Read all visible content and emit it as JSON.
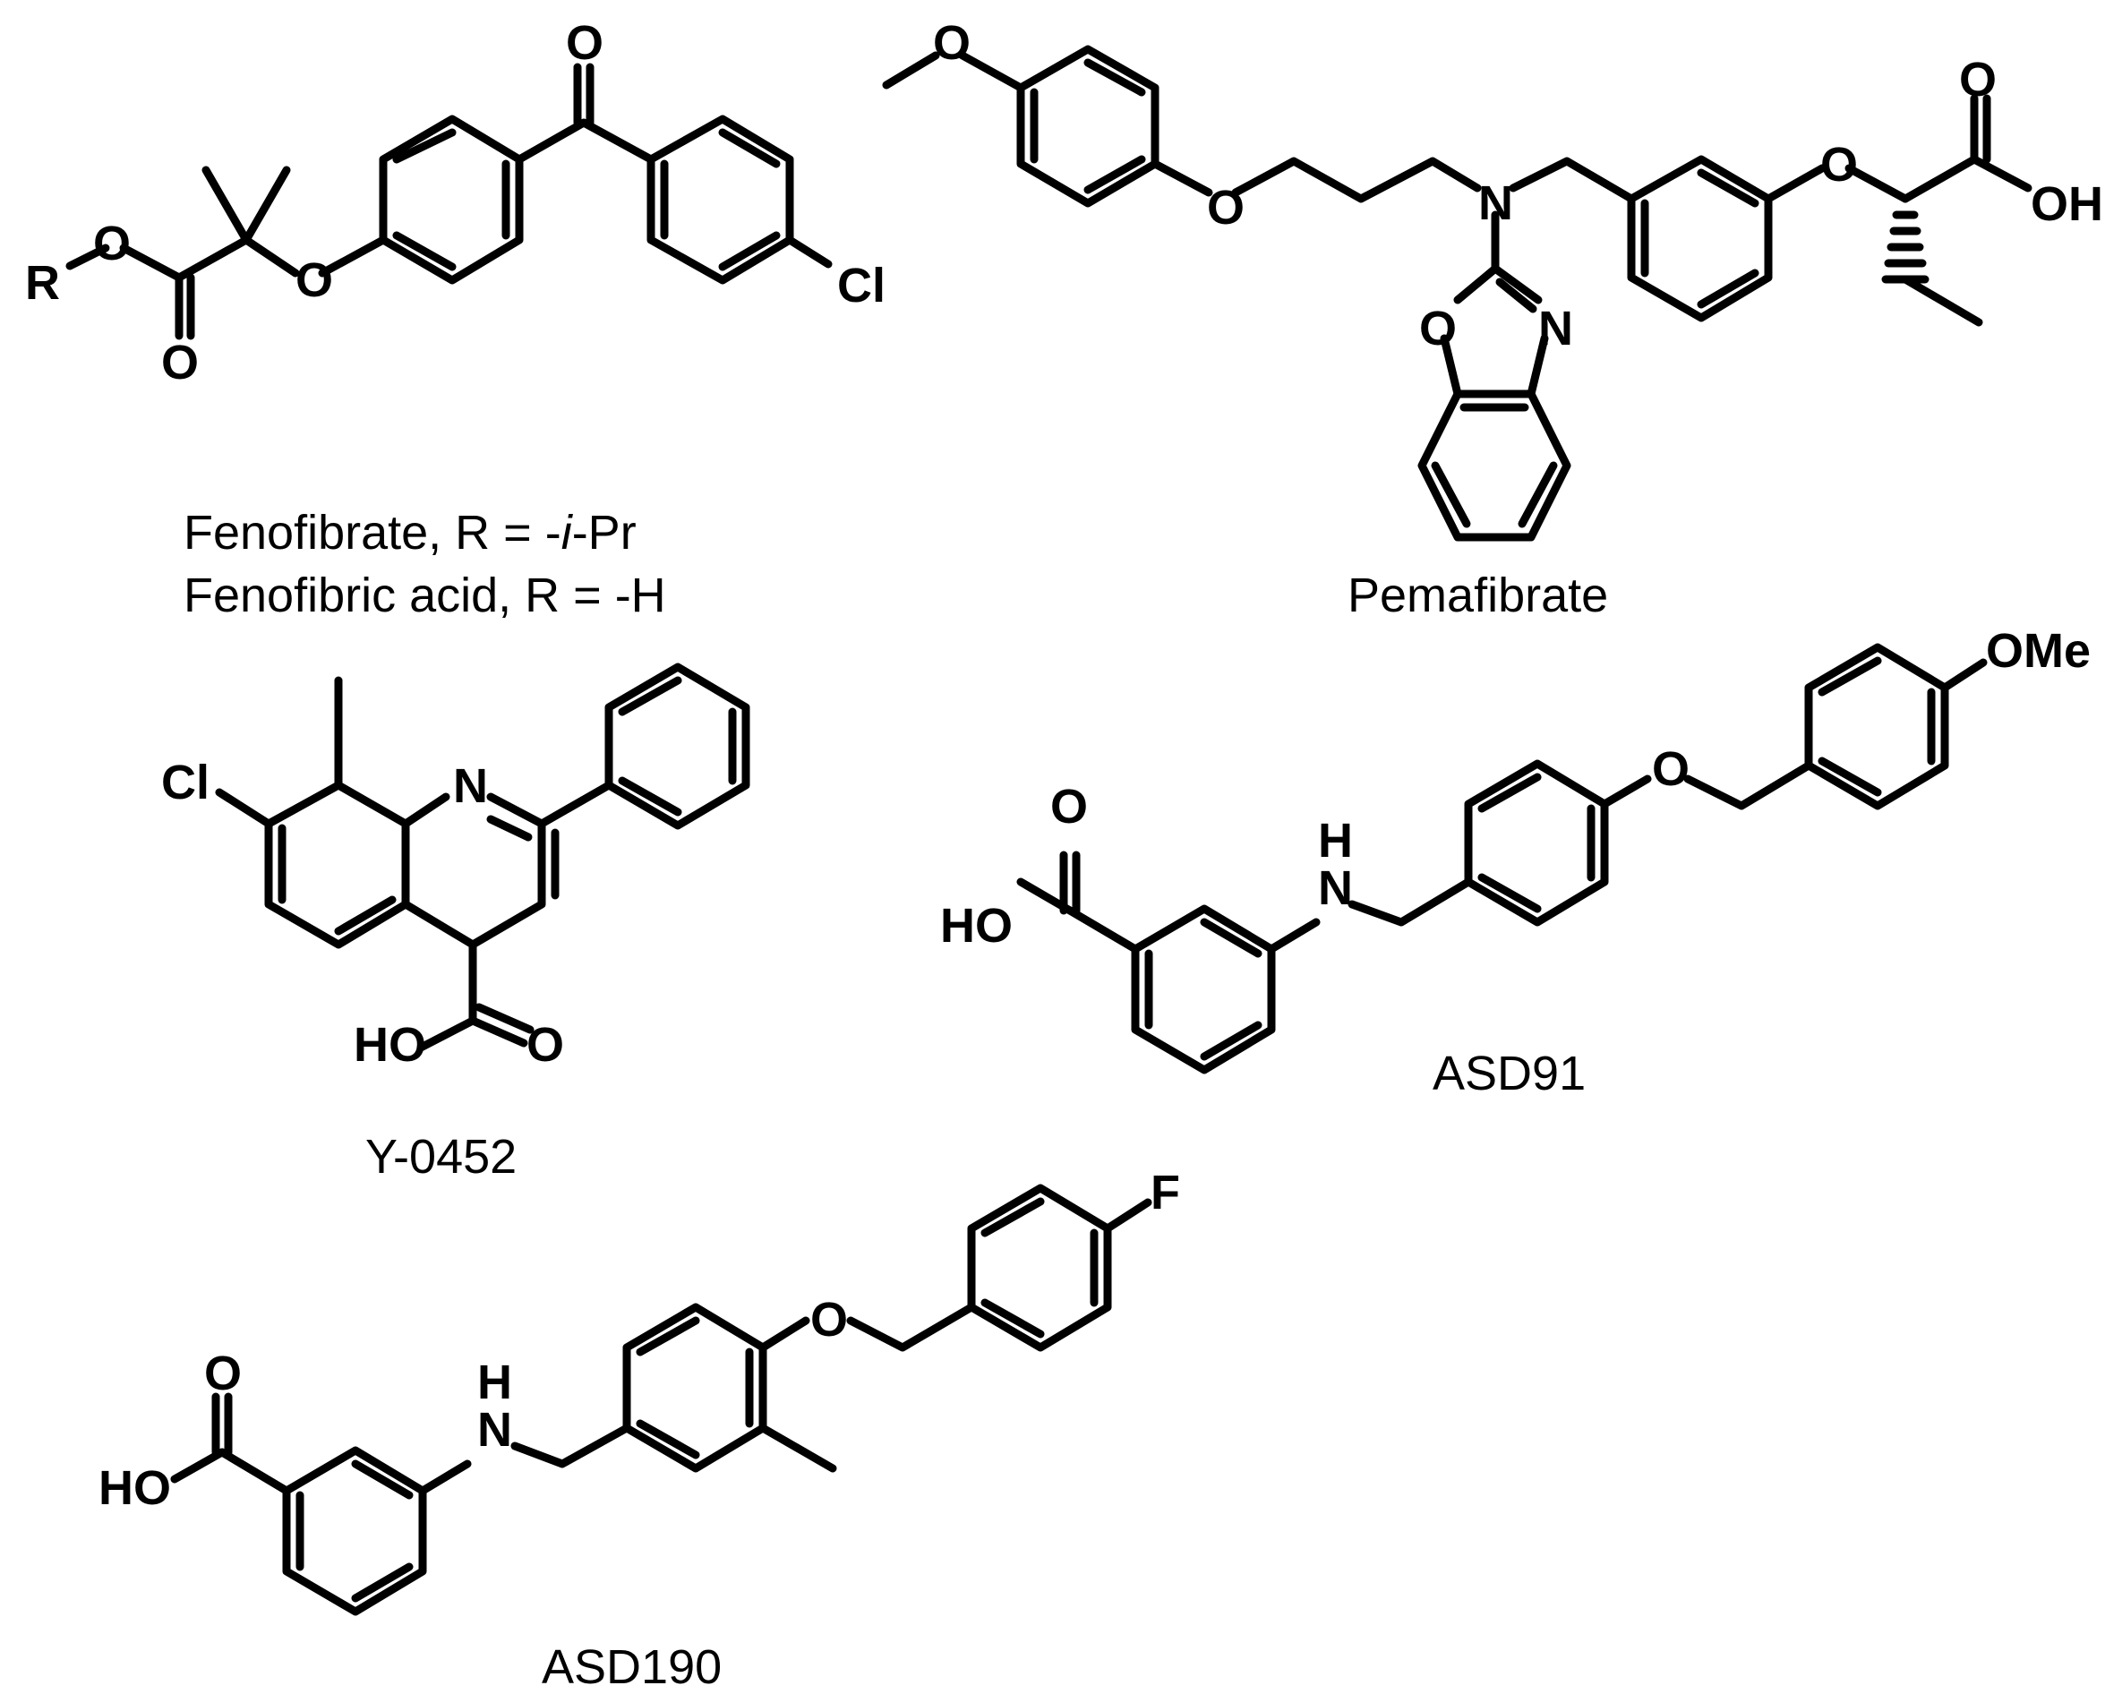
{
  "figure": {
    "compounds": [
      {
        "id": "fenofibrate",
        "caption_lines": [
          {
            "text": "Fenofibrate, R = -",
            "italic": "i",
            "tail": "-Pr"
          },
          {
            "text": "Fenofibric acid, R = -H"
          }
        ],
        "atom_labels": {
          "r": "R",
          "o_ester": "O",
          "o_carbonyl": "O",
          "o_ether": "O",
          "o_ketone": "O",
          "cl": "Cl"
        }
      },
      {
        "id": "pemafibrate",
        "caption": "Pemafibrate",
        "atom_labels": {
          "o_methoxy": "O",
          "o_ether1": "O",
          "n_amine": "N",
          "o_oxazole": "O",
          "n_oxazole": "N",
          "o_ether2": "O",
          "o_acid": "O",
          "oh": "OH"
        }
      },
      {
        "id": "y0452",
        "caption": "Y-0452",
        "atom_labels": {
          "cl": "Cl",
          "n_ring": "N",
          "ho": "HO",
          "o_carbonyl": "O"
        }
      },
      {
        "id": "asd91",
        "caption": "ASD91",
        "atom_labels": {
          "o_carbonyl": "O",
          "ho": "HO",
          "h": "H",
          "n": "N",
          "o_ether": "O",
          "ome": "OMe"
        }
      },
      {
        "id": "asd190",
        "caption": "ASD190",
        "atom_labels": {
          "o_carbonyl": "O",
          "ho": "HO",
          "h": "H",
          "n": "N",
          "o_ether": "O",
          "f": "F"
        }
      }
    ]
  }
}
